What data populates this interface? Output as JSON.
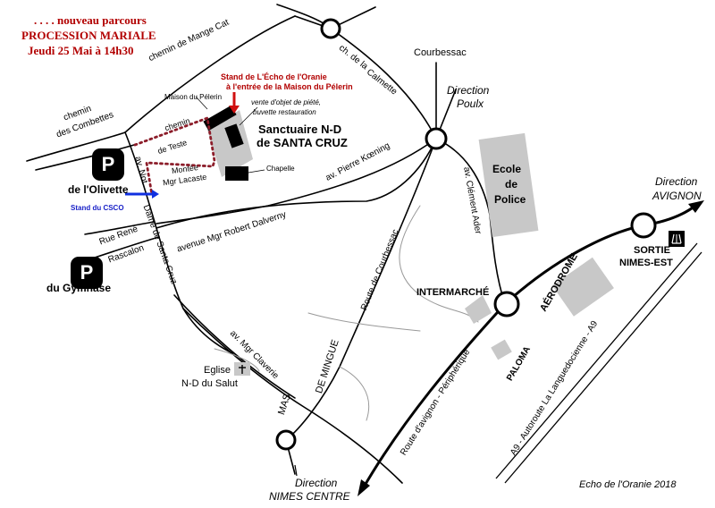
{
  "colors": {
    "route_red": "#8c1d2a",
    "stand_red": "#d01010",
    "stand_blue": "#1030e0",
    "building_gray": "#c8c8c8"
  },
  "procession": {
    "line1": ". . . . nouveau parcours",
    "line2": "PROCESSION MARIALE",
    "line3": "Jeudi 25 Mai à 14h30"
  },
  "stand_echo": {
    "line1": "Stand de L'Écho de l'Oranie",
    "line2": "à l'entrée de la Maison du Pélerin"
  },
  "stand_csco": "Stand du CSCO",
  "sanctuaire": {
    "line1": "Sanctuaire N-D",
    "line2": "de SANTA CRUZ"
  },
  "labels": {
    "maison_pelerin": "Maison du Pélerin",
    "vente_1": "vente d'objet de piété,",
    "vente_2": "buvette restauration",
    "chapelle": "Chapelle",
    "chemin_teste_1": "chemin",
    "chemin_teste_2": "de Teste",
    "montee_1": "Montée",
    "montee_2": "Mgr Lacaste",
    "eglise_1": "Eglise",
    "eglise_2": "N-D du Salut"
  },
  "parking": {
    "icon": "P",
    "olivette": "de l'Olivette",
    "gymnase": "du Gymnase"
  },
  "streets": {
    "mange_cat": "chemin de Mange Cat",
    "calmette_1": "ch. de la",
    "calmette_2": "Calmette",
    "combettes_1": "chemin",
    "combettes_2": "des Combettes",
    "courbessac": "Courbessac",
    "av_nd_1": "av. Not",
    "av_nd_2": "Dame de Santa Cruz",
    "pierre_koening": "av. Pierre Kœning",
    "robert_dalverny": "avenue Mgr Robert Dalverny",
    "rue_rene_1": "Rue René",
    "rue_rene_2": "Rascalon",
    "route_courbessac": "Route de Courbessac",
    "clement_ader": "av. Clément Ader",
    "mgr_claverie": "av. Mgr Claverie",
    "mas_1": "MAS",
    "mas_2": "DE MINGUE",
    "route_avignon": "Route d'avignon - Périphérique",
    "a9": "A9 - Autoroute La Languedocienne - A9"
  },
  "places": {
    "ecole_1": "Ecole",
    "ecole_2": "de",
    "ecole_3": "Police",
    "aerodrome": "AÉRODROME",
    "intermarche": "INTERMARCHÉ",
    "paloma": "PALOMA",
    "sortie_1": "SORTIE",
    "sortie_2": "NIMES-EST"
  },
  "directions": {
    "poulx_1": "Direction",
    "poulx_2": "Poulx",
    "avignon_1": "Direction",
    "avignon_2": "AVIGNON",
    "nimes_1": "Direction",
    "nimes_2": "NIMES CENTRE"
  },
  "credit": "Echo de l'Oranie 2018"
}
